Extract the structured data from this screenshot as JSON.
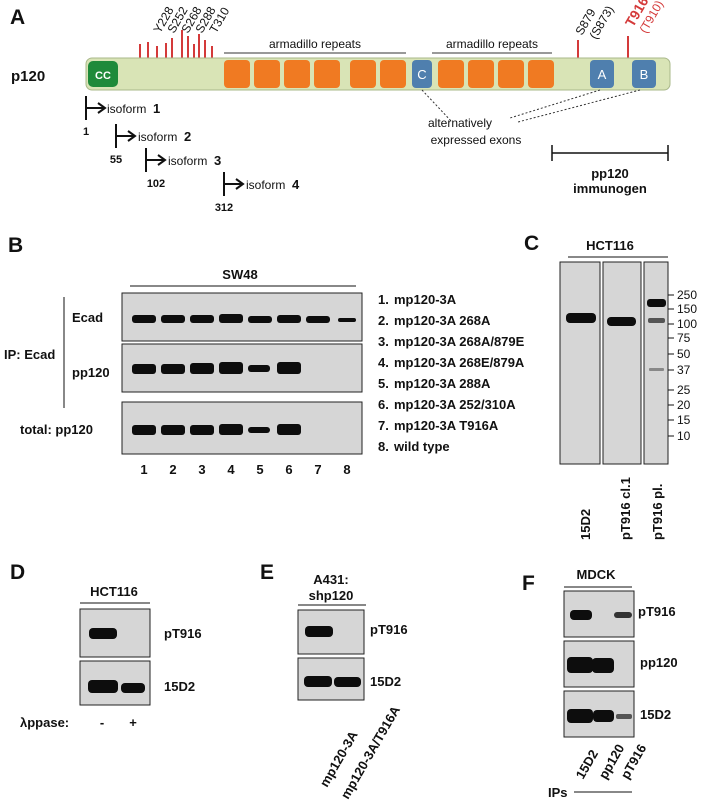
{
  "panels": {
    "a": {
      "letter": "A",
      "protein": "p120",
      "cc_label": "CC",
      "exon_c": "C",
      "exon_a": "A",
      "exon_b": "B",
      "arm1": "armadillo repeats",
      "arm2": "armadillo repeats",
      "sites": [
        "Y228",
        "S252",
        "S268",
        "S288",
        "T310"
      ],
      "s879": "S879",
      "s873": "(S873)",
      "t916": "T916",
      "t910": "(T910)",
      "alt_line1": "alternatively",
      "alt_line2": "expressed exons",
      "immunogen1": "pp120",
      "immunogen2": "immunogen",
      "isoforms": [
        {
          "start": "1",
          "label": "isoform",
          "num": "1"
        },
        {
          "start": "55",
          "label": "isoform",
          "num": "2"
        },
        {
          "start": "102",
          "label": "isoform",
          "num": "3"
        },
        {
          "start": "312",
          "label": "isoform",
          "num": "4"
        }
      ],
      "colors": {
        "bar": "#d9e4b6",
        "cc": "#1f8a3a",
        "arm": "#f07a22",
        "exon": "#4f7fae",
        "sites": "#d43a3a"
      }
    },
    "b": {
      "letter": "B",
      "cell_line": "SW48",
      "ip_label": "IP: Ecad",
      "row_ecad": "Ecad",
      "row_pp120": "pp120",
      "total_label": "total: pp120",
      "lanes": [
        "1",
        "2",
        "3",
        "4",
        "5",
        "6",
        "7",
        "8"
      ],
      "legend": [
        {
          "n": "1.",
          "text": "mp120-3A"
        },
        {
          "n": "2.",
          "text": "mp120-3A 268A"
        },
        {
          "n": "3.",
          "text": "mp120-3A 268A/879E"
        },
        {
          "n": "4.",
          "text": "mp120-3A 268E/879A"
        },
        {
          "n": "5.",
          "text": "mp120-3A 288A"
        },
        {
          "n": "6.",
          "text": "mp120-3A 252/310A"
        },
        {
          "n": "7.",
          "text": "mp120-3A T916A"
        },
        {
          "n": "8.",
          "text": "wild type"
        }
      ]
    },
    "c": {
      "letter": "C",
      "cell_line": "HCT116",
      "markers": [
        "250",
        "150",
        "100",
        "75",
        "50",
        "37",
        "25",
        "20",
        "15",
        "10"
      ],
      "lanes": [
        "15D2",
        "pT916 cl.1",
        "pT916 pl."
      ]
    },
    "d": {
      "letter": "D",
      "cell_line": "HCT116",
      "row1": "pT916",
      "row2": "15D2",
      "treatment_label": "λppase:",
      "minus": "-",
      "plus": "+"
    },
    "e": {
      "letter": "E",
      "title1": "A431:",
      "title2": "shp120",
      "row1": "pT916",
      "row2": "15D2",
      "lanes": [
        "mp120-3A",
        "mp120-3A/T916A"
      ]
    },
    "f": {
      "letter": "F",
      "cell_line": "MDCK",
      "rows": [
        "pT916",
        "pp120",
        "15D2"
      ],
      "lanes": [
        "15D2",
        "pp120",
        "pT916"
      ],
      "ips_label": "IPs"
    }
  }
}
